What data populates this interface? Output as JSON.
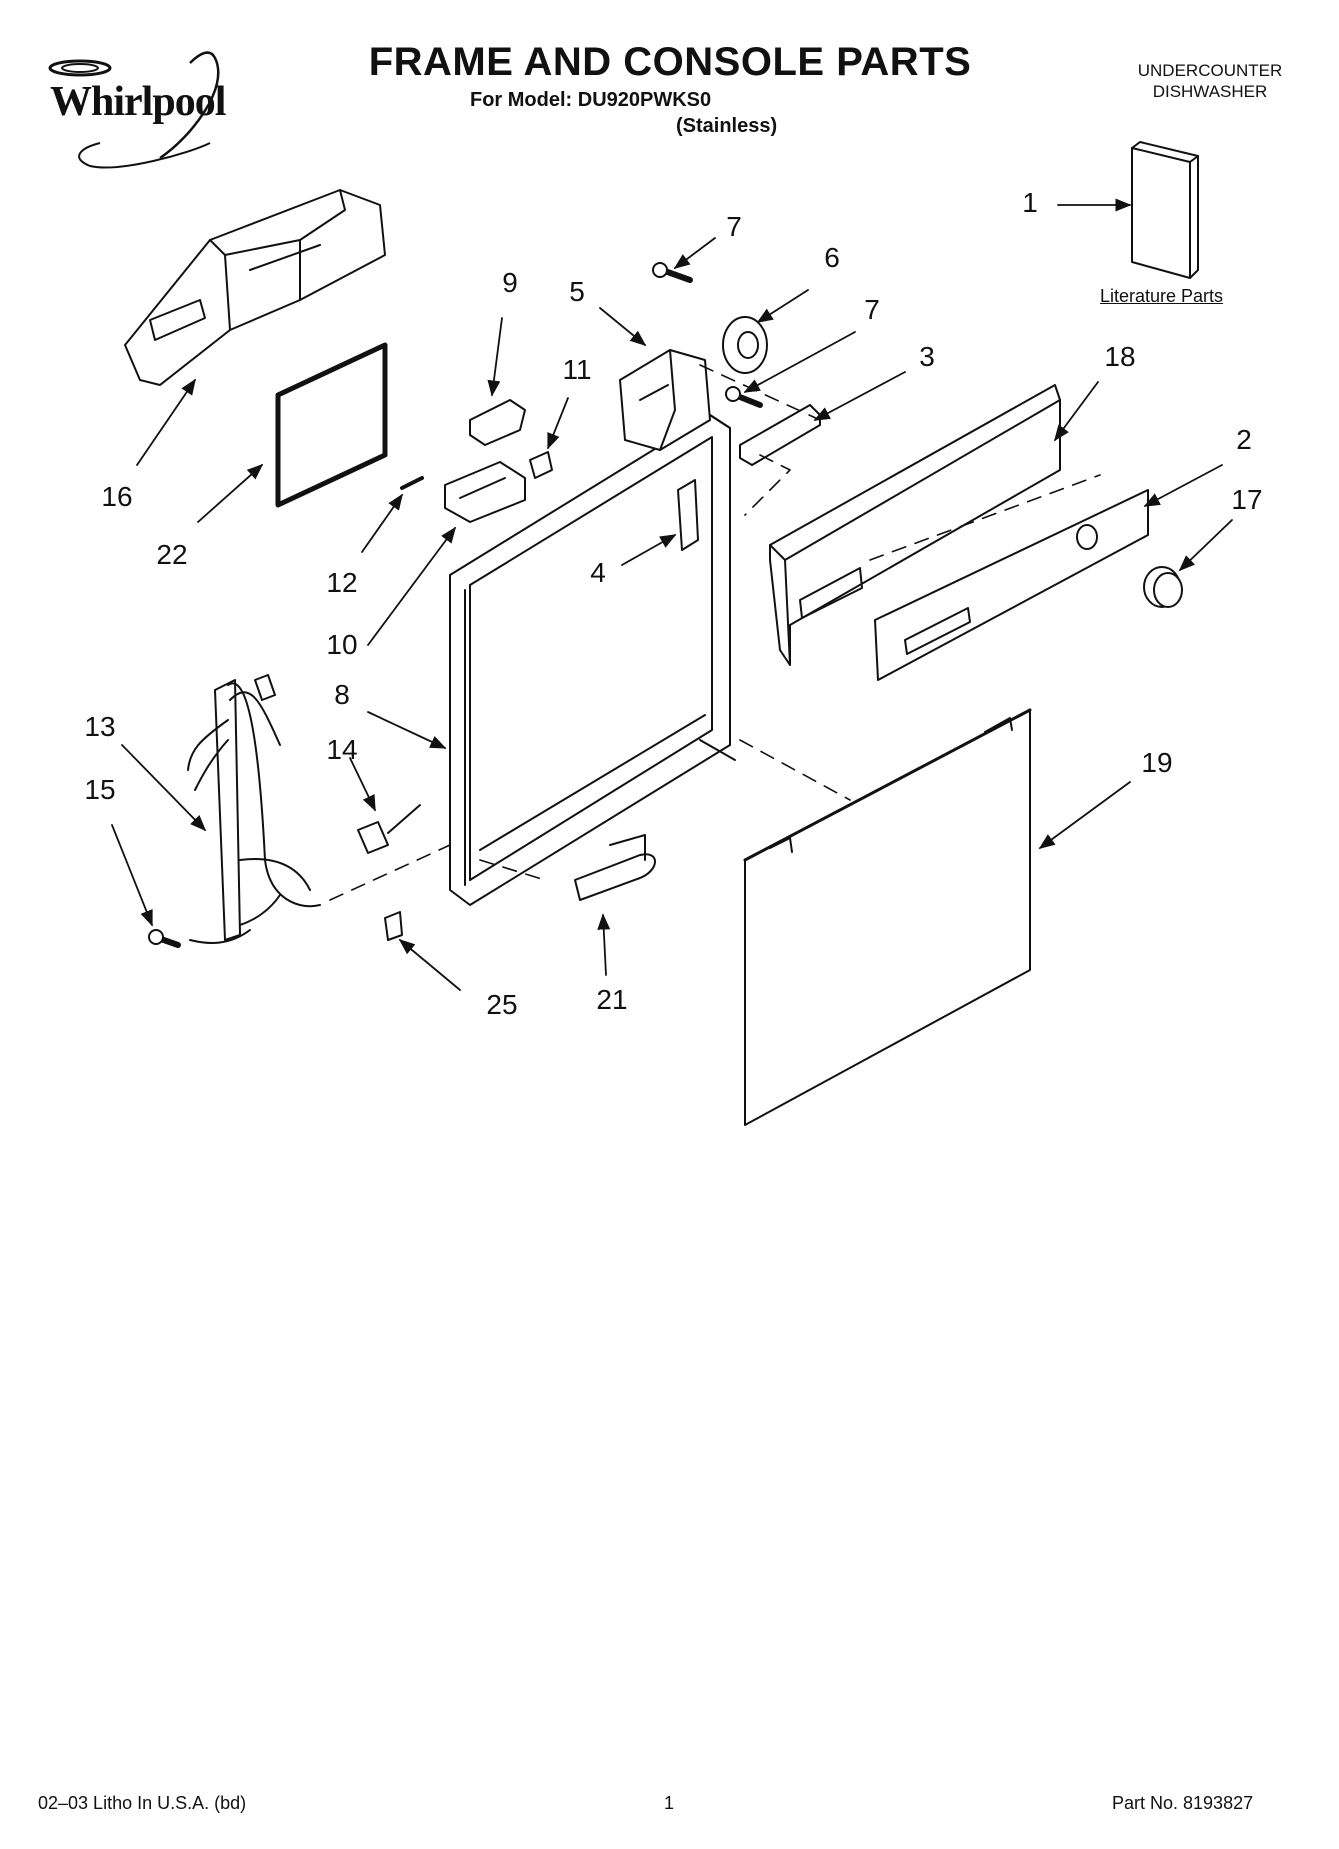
{
  "header": {
    "brand": "Whirlpool",
    "title": "FRAME AND CONSOLE PARTS",
    "model_line": "For Model: DU920PWKS0",
    "finish": "(Stainless)",
    "product_line1": "UNDERCOUNTER",
    "product_line2": "DISHWASHER"
  },
  "diagram": {
    "literature_label": "Literature Parts",
    "callouts": [
      {
        "id": "c1",
        "label": "1"
      },
      {
        "id": "c7a",
        "label": "7"
      },
      {
        "id": "c6",
        "label": "6"
      },
      {
        "id": "c9",
        "label": "9"
      },
      {
        "id": "c5",
        "label": "5"
      },
      {
        "id": "c7b",
        "label": "7"
      },
      {
        "id": "c11",
        "label": "11"
      },
      {
        "id": "c3",
        "label": "3"
      },
      {
        "id": "c18",
        "label": "18"
      },
      {
        "id": "c2",
        "label": "2"
      },
      {
        "id": "c17",
        "label": "17"
      },
      {
        "id": "c16",
        "label": "16"
      },
      {
        "id": "c22",
        "label": "22"
      },
      {
        "id": "c12",
        "label": "12"
      },
      {
        "id": "c4",
        "label": "4"
      },
      {
        "id": "c10",
        "label": "10"
      },
      {
        "id": "c8",
        "label": "8"
      },
      {
        "id": "c13",
        "label": "13"
      },
      {
        "id": "c14",
        "label": "14"
      },
      {
        "id": "c15",
        "label": "15"
      },
      {
        "id": "c19",
        "label": "19"
      },
      {
        "id": "c25",
        "label": "25"
      },
      {
        "id": "c21",
        "label": "21"
      }
    ]
  },
  "footer": {
    "litho": "02–03 Litho In U.S.A. (bd)",
    "page": "1",
    "part_no": "Part No. 8193827"
  }
}
